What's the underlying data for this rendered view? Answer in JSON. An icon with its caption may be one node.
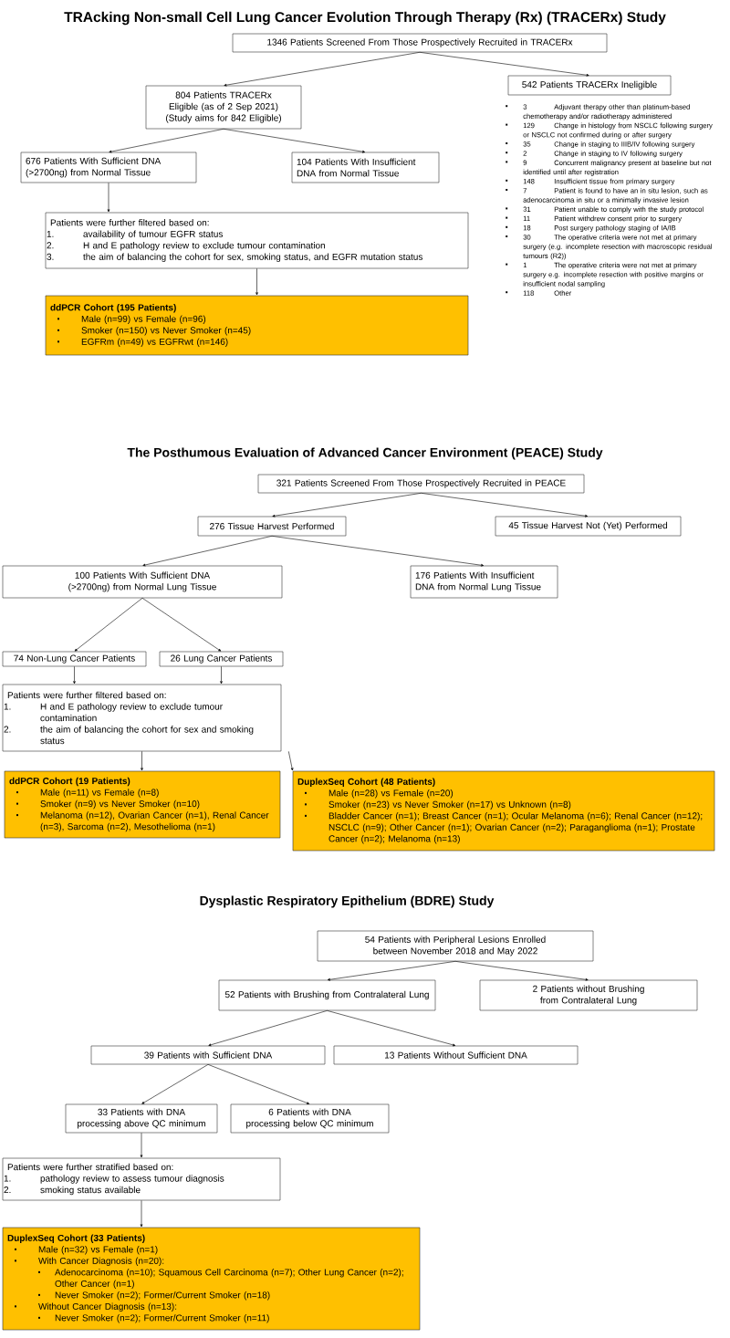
{
  "diagram": {
    "nodes": [
      {
        "text": [
          "1346 Patients Screened From Those Prospectively Recruited in TRACERx"
        ]
      },
      {
        "text": [
          "804 Patients TRACERx Eligible (as of 2 Sep 2021) (Study aims for 842 Eligible)"
        ]
      },
      {
        "text": [
          "542 Patients TRACERx Ineligible"
        ],
        "beside": [
          "3",
          "Adjuvant therapy other than platinum-based chemotherapy and/or radiotherapy administered",
          "129",
          "Change in histology from NSCLC following surgery or NSCLC not confirmed during or after surgery",
          "35",
          "Change in staging to IIIB/IV following surgery",
          "2",
          "Change in staging to IV following surgery",
          "9",
          "Concurrent malignancy present at baseline but not identified until after registration",
          "148",
          "Insufficient tissue from primary surgery",
          "7",
          "Patient is found to have an in situ lesion, such as adenocarcinoma in situ or a minimally invasive lesion",
          "31",
          "Patient unable to comply with the study protocol",
          "11",
          "Patient withdrew consent prior to surgery",
          "18",
          "Post surgery pathology staging of IA/IB",
          "30",
          "The operative criteria were not met at primary surgery (e.g. incomplete resection with macroscopic residual tumours (R2))",
          "1",
          "The operative criteria were not met at primary surgery e.g. incomplete resection with positive margins or insufficient nodal sampling",
          "118",
          "Other"
        ]
      },
      {
        "text": [
          "676 Patients With Sufficient DNA (>2700ng) from Normal Tissue"
        ]
      },
      {
        "text": [
          "104 Patients With Insufficient DNA from Normal Tissue"
        ]
      },
      {
        "text": [
          "Patients were further filtered based on:",
          "1.",
          "availability of tumour EGFR status",
          "2.",
          "H and E pathology review to exclude tumour contamination",
          "3.",
          "the aim of balancing the cohort for sex, smoking status, and EGFR mutation status"
        ]
      },
      {
        "text": [
          "ddPCR Cohort (195 Patients)",
          "Male (n=99) vs Female (n=96)",
          "Smoker (n=150) vs Never Smoker (n=45)",
          "EGFRm (n=49) vs EGFRwt (n=146)"
        ]
      },
      {
        "text": [
          "321 Patients Screened From Those Prospectively Recruited in PEACE"
        ]
      },
      {
        "text": [
          "276 Tissue Harvest Performed"
        ]
      },
      {
        "text": [
          "45 Tissue Harvest Not (Yet) Performed"
        ]
      },
      {
        "text": [
          "100 Patients With Sufficient DNA (>2700ng) from Normal Lung Tissue"
        ]
      },
      {
        "text": [
          "176 Patients With Insufficient DNA from Normal Lung Tissue"
        ]
      },
      {
        "text": [
          "74 Non-Lung Cancer Patients"
        ]
      },
      {
        "text": [
          "26 Lung Cancer Patients"
        ]
      },
      {
        "text": [
          "Patients were further filtered based on:",
          "1.",
          "H and E pathology review to exclude tumour contamination",
          "2.",
          "the aim of balancing the cohort for sex and smoking status"
        ]
      },
      {
        "text": [
          "ddPCR Cohort (19 Patients)",
          "Male (n=11) vs Female (n=8)",
          "Smoker (n=9) vs Never Smoker (n=10)",
          "Melanoma (n=12), Ovarian Cancer (n=1), Renal Cancer (n=3), Sarcoma (n=2), Mesothelioma (n=1)"
        ]
      },
      {
        "text": [
          "DuplexSeq Cohort (48 Patients)",
          "Male (n=28) vs Female (n=20)",
          "Smoker (n=23) vs Never Smoker (n=17) vs Unknown (n=8)",
          "Bladder Cancer (n=1); Breast Cancer (n=1); Ocular Melanoma (n=6); Renal Cancer (n=12); NSCLC (n=9); Other Cancer (n=1); Ovarian Cancer (n=2); Paraganglioma (n=1); Prostate Cancer (n=2); Melanoma (n=13)"
        ]
      },
      {
        "text": [
          "54 Patients with Peripheral Lesions Enrolled between November 2018 and May 2022"
        ]
      },
      {
        "text": [
          "52 Patients with Brushing from Contralateral Lung"
        ]
      },
      {
        "text": [
          "2 Patients without Brushing from Contralateral Lung"
        ]
      },
      {
        "text": [
          "39 Patients with Sufficient DNA"
        ]
      },
      {
        "text": [
          "13 Patients Without Sufficient DNA"
        ]
      },
      {
        "text": [
          "33 Patients with DNA processing above QC minimum"
        ]
      },
      {
        "text": [
          "6 Patients with DNA processing below QC minimum"
        ]
      },
      {
        "text": [
          "Patients were further stratified based on:",
          "1.",
          "pathology review to assess tumour diagnosis",
          "2.",
          "smoking status available"
        ]
      },
      {
        "text": [
          "DuplexSeq Cohort (33 Patients)",
          "Male (n=32) vs Female (n=1)",
          "With Cancer Diagnosis (n=20):",
          "Adenocarcinoma (n=10); Squamous Cell Carcinoma (n=7); Other Lung Cancer (n=2); Other Cancer (n=1)",
          "Never Smoker (n=2); Former/Current Smoker (n=18)",
          "Without Cancer Diagnosis (n=13):",
          "Never Smoker (n=2); Former/Current Smoker (n=11)"
        ]
      }
    ],
    "edges": [
      {
        "from": 0,
        "to": 1,
        "arrow": "to"
      },
      {
        "from": 0,
        "to": 2,
        "arrow": "to"
      },
      {
        "from": 1,
        "to": 3,
        "arrow": "to"
      },
      {
        "from": 1,
        "to": 4,
        "arrow": "to"
      },
      {
        "from": 3,
        "to": 5,
        "arrow": "to"
      },
      {
        "from": 5,
        "to": 6,
        "arrow": "to"
      },
      {
        "from": 7,
        "to": 8,
        "arrow": "to"
      },
      {
        "from": 7,
        "to": 9,
        "arrow": "to"
      },
      {
        "from": 8,
        "to": 10,
        "arrow": "to"
      },
      {
        "from": 8,
        "to": 11,
        "arrow": "to"
      },
      {
        "from": 10,
        "to": 12,
        "arrow": "to"
      },
      {
        "from": 10,
        "to": 13,
        "arrow": "to"
      },
      {
        "from": 12,
        "to": 14,
        "arrow": "to"
      },
      {
        "from": 13,
        "to": 14,
        "arrow": "to"
      },
      {
        "from": 14,
        "to": 15,
        "arrow": "to"
      },
      {
        "from": 14,
        "to": 16,
        "arrow": "to"
      },
      {
        "from": 17,
        "to": 18,
        "arrow": "to"
      },
      {
        "from": 17,
        "to": 19,
        "arrow": "to"
      },
      {
        "from": 18,
        "to": 20,
        "arrow": "to"
      },
      {
        "from": 18,
        "to": 21,
        "arrow": "to"
      },
      {
        "from": 20,
        "to": 22,
        "arrow": "to"
      },
      {
        "from": 20,
        "to": 23,
        "arrow": "to"
      },
      {
        "from": 22,
        "to": 24,
        "arrow": "to"
      },
      {
        "from": 24,
        "to": 25,
        "arrow": "to"
      }
    ],
    "labels": [
      "TRAcking Non-small Cell Lung Cancer Evolution Through Therapy (Rx) (TRACERx) Study",
      "The Posthumous Evaluation of Advanced Cancer Environment (PEACE) Study",
      "Dysplastic Respiratory Epithelium (BDRE) Study"
    ]
  }
}
